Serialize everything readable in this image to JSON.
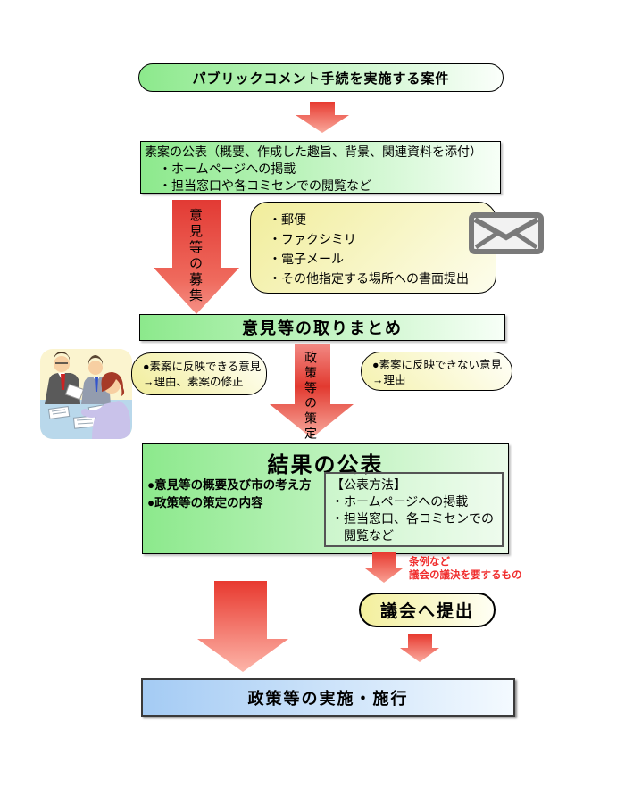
{
  "flow": {
    "start": {
      "label": "パブリックコメント手続を実施する案件"
    },
    "draft_publication": {
      "title": "素案の公表（概要、作成した趣旨、背景、関連資料を添付）",
      "items": [
        "・ホームページへの掲載",
        "・担当窓口や各コミセンでの閲覧など"
      ]
    },
    "solicit_arrow_label": "意見等の募集",
    "submission_methods": {
      "items": [
        "・郵便",
        "・ファクシミリ",
        "・電子メール",
        "・その他指定する場所への書面提出"
      ]
    },
    "compile": {
      "label": "意見等の取りまとめ"
    },
    "reflected": {
      "lines": [
        "●素案に反映できる意見",
        "→理由、素案の修正"
      ]
    },
    "policy_arrow_label": "政策等の策定",
    "not_reflected": {
      "lines": [
        "●素案に反映できない意見",
        "→理由"
      ]
    },
    "results": {
      "title": "結果の公表",
      "bullets": [
        "●意見等の概要及び市の考え方",
        "●政策等の策定の内容"
      ],
      "method_box": {
        "title": "【公表方法】",
        "lines": [
          "・ホームページへの掲載",
          "・担当窓口、各コミセンでの",
          "閲覧など"
        ]
      }
    },
    "council_note": {
      "lines": [
        "条例など",
        "議会の議決を要するもの"
      ]
    },
    "council_submit": {
      "label": "議会へ提出"
    },
    "implementation": {
      "label": "政策等の実施・施行"
    }
  },
  "icons": {
    "envelope": "envelope-icon",
    "meeting": "meeting-people-illustration"
  },
  "colors": {
    "green": "#8ce98c",
    "yellow": "#f1ed9b",
    "blue": "#a4cbf4",
    "arrow_red": "#e63a31",
    "note_red": "#f02d2d",
    "icon_gray": "#7a7a7a"
  }
}
